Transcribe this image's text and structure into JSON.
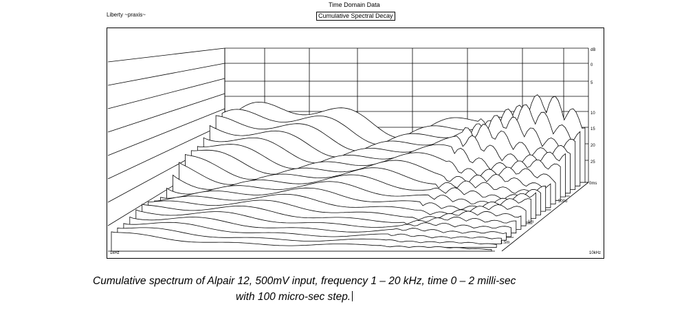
{
  "header": {
    "title": "Time Domain Data",
    "subtitle": "Cumulative Spectral Decay",
    "app_label": "Liberty ~praxis~"
  },
  "caption": {
    "line1": "Cumulative spectrum of  Alpair 12, 500mV input, frequency 1 – 20 kHz, time 0 – 2 milli-sec",
    "line2": "with 100 micro-sec step."
  },
  "chart_data": {
    "type": "waterfall",
    "x_axis_labels": {
      "min": "1kHz",
      "max": "10kHz"
    },
    "z_tick_labels": [
      "dB",
      "0",
      "5",
      "10",
      "15",
      "20",
      "25",
      "0ms",
      "500u",
      "1m",
      "1.5m"
    ],
    "grid": true
  }
}
